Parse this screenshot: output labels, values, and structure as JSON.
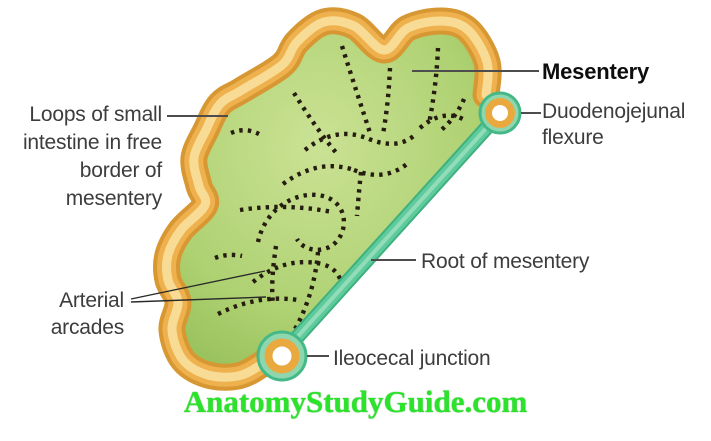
{
  "title": "Mesentery anatomy diagram",
  "labels": {
    "loops_of_small_intestine": "Loops of small\nintestine in free\nborder of\nmesentery",
    "mesentery": "Mesentery",
    "duodenojejunal_flexure": "Duodenojejunal\nflexure",
    "root_of_mesentery": "Root of mesentery",
    "arterial_arcades": "Arterial\narcades",
    "ileocecal_junction": "Ileocecal junction",
    "watermark": "AnatomyStudyGuide.com"
  },
  "colors": {
    "green_center": "#cbe295",
    "green_mid": "#aed172",
    "green_edge": "#8eba52",
    "intestine_outer": "#d79733",
    "intestine_mid": "#eeb14e",
    "intestine_core": "#f8dc96",
    "root_edge": "#3fb07f",
    "root_band": "#5ecb9c",
    "root_core": "#93dcb9",
    "circle_teal": "#8ed7ae",
    "circle_ring": "#eaa93f",
    "vessel": "#261c0f",
    "leader": "#4d4d4d",
    "label_text": "#3d3d3d",
    "watermark": "#2be32b"
  }
}
